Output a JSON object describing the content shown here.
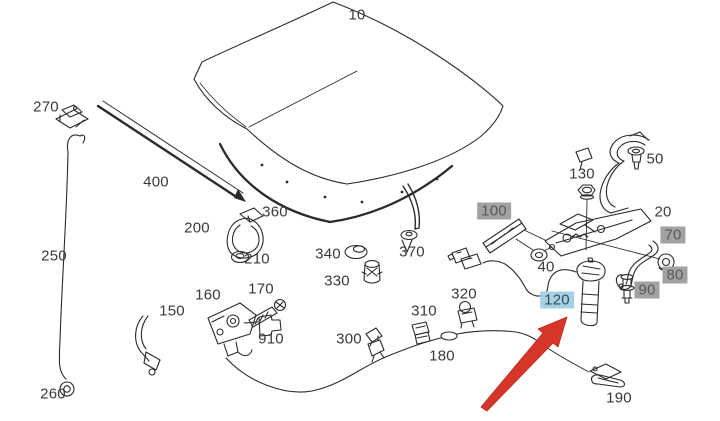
{
  "diagram": {
    "description": "Exploded parts diagram of a car engine hood (bonnet) with lock, hinge, release cable and seal components",
    "annotation_arrow": {
      "shape": "thick red arrow pointing up-right",
      "points_to_part": "120",
      "color": "#d6362a"
    }
  },
  "colors": {
    "background": "#ffffff",
    "line_art": "#2b2b2b",
    "label_text": "#3a3a3a",
    "highlight_gray_bg": "#a2a2a2",
    "highlight_gray_text": "#595959",
    "highlight_blue_bg": "#a6d0e4",
    "highlight_blue_text": "#2e4f5c",
    "arrow_red": "#d6362a"
  },
  "labels": {
    "p10": "10",
    "p20": "20",
    "p40": "40",
    "p50": "50",
    "p70": "70",
    "p80": "80",
    "p90": "90",
    "p100": "100",
    "p120": "120",
    "p130": "130",
    "p150": "150",
    "p160": "160",
    "p170": "170",
    "p180": "180",
    "p190": "190",
    "p200": "200",
    "p210": "210",
    "p250": "250",
    "p260": "260",
    "p270": "270",
    "p300": "300",
    "p310": "310",
    "p320": "320",
    "p330": "330",
    "p340": "340",
    "p360": "360",
    "p370": "370",
    "p400": "400",
    "p910": "910"
  },
  "highlights": {
    "gray_highlighted_parts": [
      "100",
      "70",
      "80",
      "90"
    ],
    "blue_highlighted_parts": [
      "120"
    ]
  }
}
